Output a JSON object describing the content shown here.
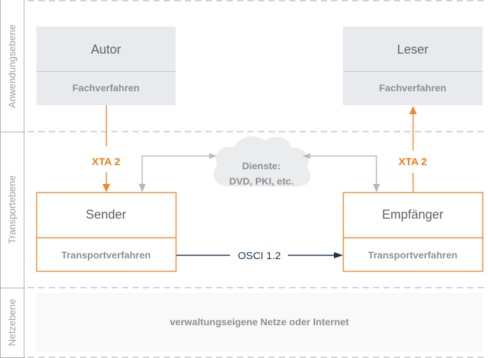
{
  "lanes": [
    {
      "label": "Anwendungsebene"
    },
    {
      "label": "Transportebene"
    },
    {
      "label": "Netzebene"
    }
  ],
  "application_layer": {
    "author": {
      "title": "Autor",
      "subtitle": "Fachverfahren"
    },
    "reader": {
      "title": "Leser",
      "subtitle": "Fachverfahren"
    }
  },
  "transport_layer": {
    "sender": {
      "title": "Sender",
      "subtitle": "Transportverfahren"
    },
    "receiver": {
      "title": "Empfänger",
      "subtitle": "Transportverfahren"
    },
    "xta_left_label": "XTA 2",
    "xta_right_label": "XTA 2",
    "services_cloud": {
      "line1": "Dienste:",
      "line2": "DVD, PKI, etc."
    },
    "osci_label": "OSCI 1.2"
  },
  "network_layer": {
    "label": "verwaltungseigene Netze oder Internet"
  },
  "colors": {
    "accent_orange": "#f08a32",
    "xta_text": "#f07d1a",
    "app_box_fill": "#e9eaee",
    "cloud_fill": "#ebecee",
    "network_fill": "#f9f9f9",
    "osci_line": "#1b3450",
    "grey_connector": "#b5b9be",
    "dash_line": "#c0c3c7"
  }
}
